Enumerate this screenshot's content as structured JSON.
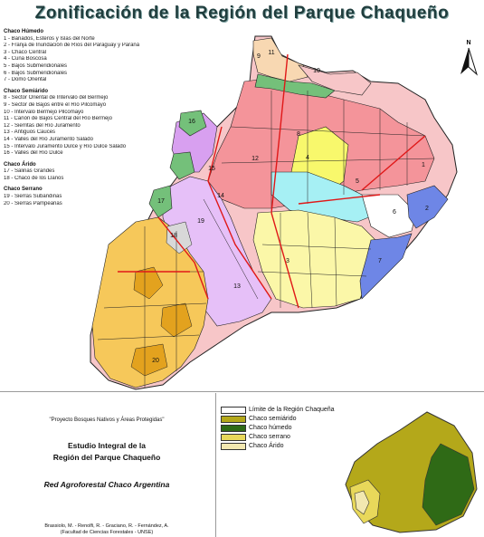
{
  "title": "Zonificación de la Región del Parque Chaqueño",
  "legend": {
    "groups": [
      {
        "name": "Chaco Húmedo",
        "items": [
          "1 - Bañados, Esteros y Islas del Norte",
          "2 - Franja de Inundación de Ríos del Paraguay y Paraná",
          "3 - Chaco Central",
          "4 - Cuña Boscosa",
          "5 - Bajos Submeridionales",
          "6 - Bajos Submeridionales",
          "7 - Domo Oriental"
        ]
      },
      {
        "name": "Chaco Semiárido",
        "items": [
          "8 - Sector Oriental de Intervalo del Bermejo",
          "9 - Sector de Bajos entre el Río Pilcomayo",
          "10 - Intervalo Bermejo Pilcomayo",
          "11 - Cañón de Bajos Central del Río Bermejo",
          "12 - Sierritas del Río Juramento",
          "13 - Antiguos Cauces",
          "14 - Valles del Río Juramento Salado",
          "15 - Intervalo Juramento Dulce y Río Dulce Salado",
          "16 - Valles del Río Dulce"
        ]
      },
      {
        "name": "Chaco Árido",
        "items": [
          "17 - Salinas Grandes",
          "18 - Chaco de los Llanos"
        ]
      },
      {
        "name": "Chaco Serrano",
        "items": [
          "19 - Sierras Subandinas",
          "20 - Sierras Pampeanas"
        ]
      }
    ]
  },
  "map": {
    "zone_labels": [
      "1",
      "2",
      "3",
      "4",
      "5",
      "6",
      "7",
      "8",
      "9",
      "10",
      "11",
      "12",
      "13",
      "14",
      "15",
      "16",
      "17",
      "18",
      "19",
      "20"
    ],
    "north_label": "N",
    "colors": {
      "salmon": "#f4949a",
      "pink_light": "#f7c6c8",
      "yellow": "#f8f86c",
      "cream": "#fbf7a8",
      "cyan": "#a6f0f4",
      "blue": "#6e86e6",
      "violet": "#d8a0f0",
      "lilac": "#e6c0f8",
      "green": "#74c07a",
      "orange": "#f6c85a",
      "orange_dark": "#e3a21e",
      "peach": "#f8d8b2",
      "grey": "#d8d8d8",
      "white": "#ffffff",
      "red_line": "#e01818",
      "border": "#222222"
    }
  },
  "bottom_left": {
    "project": "\"Proyecto Bosques Nativos y Áreas Protegidas\"",
    "study_line1": "Estudio Integral de la",
    "study_line2": "Región del Parque Chaqueño",
    "network": "Red Agroforestal Chaco Argentina",
    "authors_line1": "Brassiolo, M. - Renolfi, R. - Graciano, R. - Fernández, A.",
    "authors_line2": "(Facultad de Ciencias Forestales - UNSE)"
  },
  "bottom_right": {
    "legend_items": [
      {
        "label": "Límite de la Región Chaqueña",
        "color": "#ffffff"
      },
      {
        "label": "Chaco semiárido",
        "color": "#b4a81a"
      },
      {
        "label": "Chaco húmedo",
        "color": "#2f6a16"
      },
      {
        "label": "Chaco serrano",
        "color": "#e8d85a"
      },
      {
        "label": "Chaco Árido",
        "color": "#f2e8b0"
      }
    ]
  }
}
